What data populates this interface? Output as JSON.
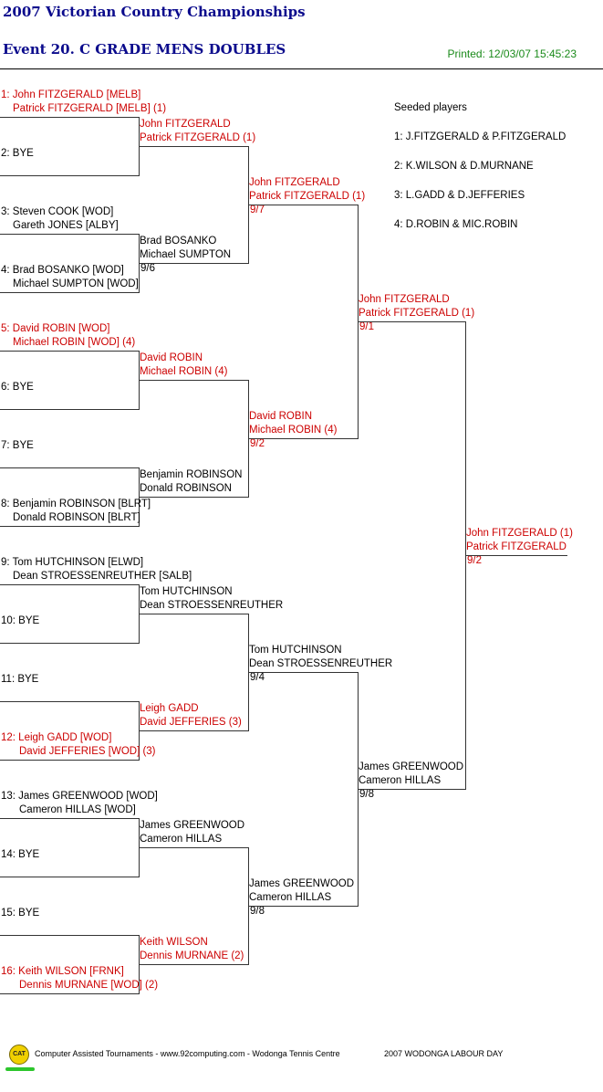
{
  "header": {
    "championship": "2007 Victorian Country Championships",
    "event": "Event 20. C GRADE MENS DOUBLES",
    "printed": "Printed: 12/03/07 15:45:23"
  },
  "seeds": {
    "title": "Seeded players",
    "items": [
      "1: J.FITZGERALD & P.FITZGERALD",
      "2: K.WILSON & D.MURNANE",
      "3: L.GADD & D.JEFFERIES",
      "4: D.ROBIN & MIC.ROBIN"
    ]
  },
  "r1": [
    {
      "line1": "1: John FITZGERALD [MELB]",
      "line2": "Patrick FITZGERALD [MELB] (1)",
      "seeded": true
    },
    {
      "line1": "2: BYE",
      "line2": "",
      "seeded": false
    },
    {
      "line1": "3: Steven COOK [WOD]",
      "line2": "Gareth JONES [ALBY]",
      "seeded": false
    },
    {
      "line1": "4: Brad BOSANKO [WOD]",
      "line2": "Michael SUMPTON [WOD]",
      "seeded": false
    },
    {
      "line1": "5: David ROBIN [WOD]",
      "line2": "Michael ROBIN [WOD] (4)",
      "seeded": true
    },
    {
      "line1": "6: BYE",
      "line2": "",
      "seeded": false
    },
    {
      "line1": "7: BYE",
      "line2": "",
      "seeded": false
    },
    {
      "line1": "8: Benjamin ROBINSON [BLRT]",
      "line2": "Donald ROBINSON [BLRT]",
      "seeded": false
    },
    {
      "line1": "9: Tom HUTCHINSON [ELWD]",
      "line2": "Dean STROESSENREUTHER [SALB]",
      "seeded": false
    },
    {
      "line1": "10: BYE",
      "line2": "",
      "seeded": false
    },
    {
      "line1": "11: BYE",
      "line2": "",
      "seeded": false
    },
    {
      "line1": "12: Leigh GADD [WOD]",
      "line2": "David JEFFERIES [WOD] (3)",
      "seeded": true
    },
    {
      "line1": "13: James GREENWOOD [WOD]",
      "line2": "Cameron HILLAS [WOD]",
      "seeded": false
    },
    {
      "line1": "14: BYE",
      "line2": "",
      "seeded": false
    },
    {
      "line1": "15: BYE",
      "line2": "",
      "seeded": false
    },
    {
      "line1": "16: Keith WILSON [FRNK]",
      "line2": "Dennis MURNANE [WOD] (2)",
      "seeded": true
    }
  ],
  "r2": [
    {
      "line1": "John FITZGERALD",
      "line2": "Patrick FITZGERALD (1)",
      "score": "",
      "seeded": true
    },
    {
      "line1": "Brad BOSANKO",
      "line2": "Michael SUMPTON",
      "score": "9/6",
      "seeded": false
    },
    {
      "line1": "David ROBIN",
      "line2": "Michael ROBIN (4)",
      "score": "",
      "seeded": true
    },
    {
      "line1": "Benjamin ROBINSON",
      "line2": "Donald ROBINSON",
      "score": "",
      "seeded": false
    },
    {
      "line1": "Tom HUTCHINSON",
      "line2": "Dean STROESSENREUTHER",
      "score": "",
      "seeded": false
    },
    {
      "line1": "Leigh GADD",
      "line2": "David JEFFERIES (3)",
      "score": "",
      "seeded": true
    },
    {
      "line1": "James GREENWOOD",
      "line2": "Cameron HILLAS",
      "score": "",
      "seeded": false
    },
    {
      "line1": "Keith WILSON",
      "line2": "Dennis MURNANE (2)",
      "score": "",
      "seeded": true
    }
  ],
  "r3": [
    {
      "line1": "John FITZGERALD",
      "line2": "Patrick FITZGERALD (1)",
      "score": "9/7",
      "seeded": true
    },
    {
      "line1": "David ROBIN",
      "line2": "Michael ROBIN (4)",
      "score": "9/2",
      "seeded": true
    },
    {
      "line1": "Tom HUTCHINSON",
      "line2": "Dean STROESSENREUTHER",
      "score": "9/4",
      "seeded": false
    },
    {
      "line1": "James GREENWOOD",
      "line2": "Cameron HILLAS",
      "score": "9/8",
      "seeded": false
    }
  ],
  "r4": [
    {
      "line1": "John FITZGERALD",
      "line2": "Patrick FITZGERALD (1)",
      "score": "9/1",
      "seeded": true
    },
    {
      "line1": "James GREENWOOD",
      "line2": "Cameron HILLAS",
      "score": "9/8",
      "seeded": false
    }
  ],
  "final": {
    "line1": "John FITZGERALD (1)",
    "line2": "Patrick FITZGERALD",
    "score": "9/2",
    "seeded": true
  },
  "footer": {
    "logo": "CAT",
    "credit": "Computer Assisted Tournaments - www.92computing.com -  Wodonga Tennis Centre",
    "event": "2007 WODONGA LABOUR DAY"
  },
  "colors": {
    "seeded": "#cc0000",
    "title": "#0a0a8c",
    "printed": "#1a8a1a"
  }
}
